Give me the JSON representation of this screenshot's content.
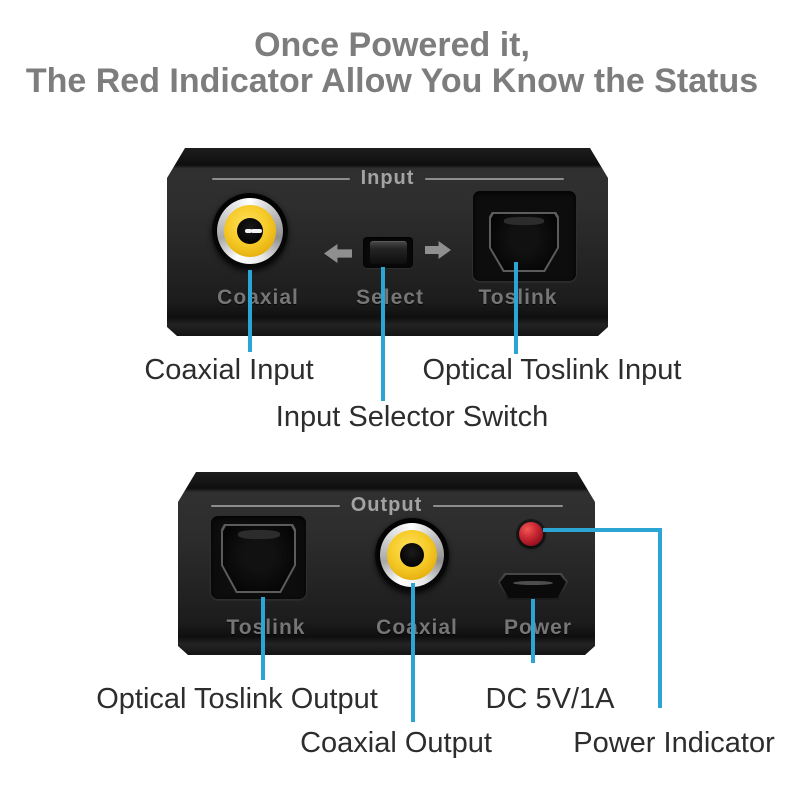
{
  "title": {
    "line1": "Once Powered it,",
    "line2": "The Red Indicator Allow You Know the Status"
  },
  "colors": {
    "callout_line": "#2ba6d4",
    "title_text": "#7d7d7d",
    "annotation_text": "#2d2d2d",
    "device_body": "#262626",
    "engraved_label": "#767676",
    "rca_yellow": "#f6cb28",
    "led_red": "#d02c36"
  },
  "input_panel": {
    "header": "Input",
    "ports": {
      "coaxial": {
        "label": "Coaxial"
      },
      "select": {
        "label": "Select"
      },
      "toslink": {
        "label": "Toslink"
      }
    }
  },
  "output_panel": {
    "header": "Output",
    "ports": {
      "toslink": {
        "label": "Toslink"
      },
      "coaxial": {
        "label": "Coaxial"
      },
      "power": {
        "label": "Power"
      }
    }
  },
  "annotations": {
    "coaxial_input": "Coaxial Input",
    "optical_toslink_input": "Optical Toslink Input",
    "input_selector_switch": "Input Selector Switch",
    "optical_toslink_output": "Optical Toslink Output",
    "dc_power": "DC 5V/1A",
    "coaxial_output": "Coaxial Output",
    "power_indicator": "Power Indicator"
  }
}
